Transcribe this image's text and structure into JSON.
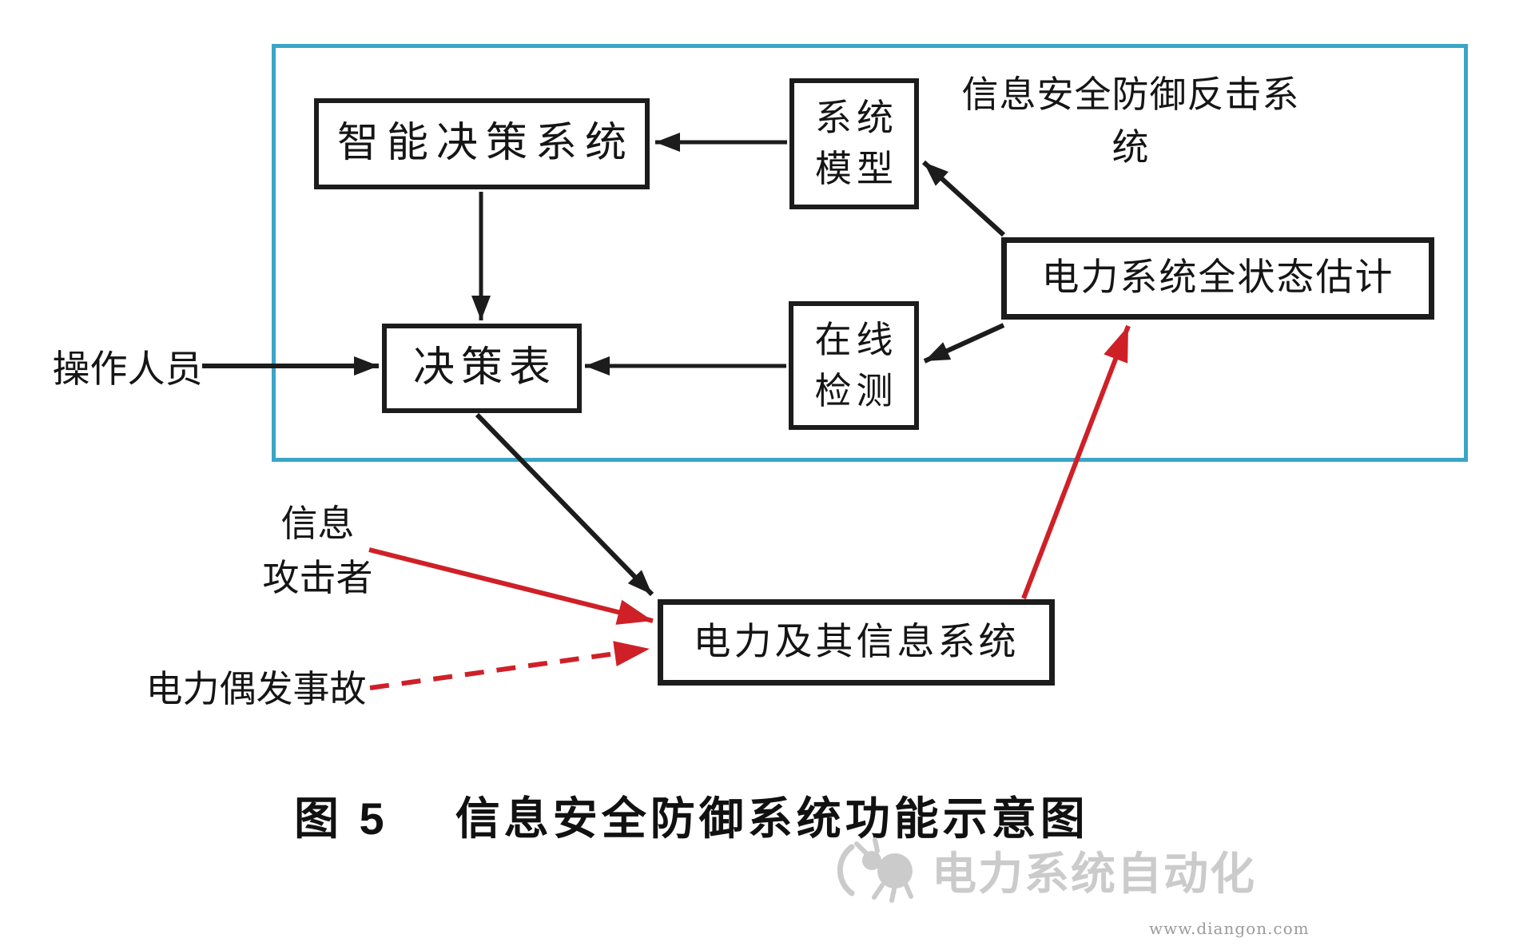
{
  "colors": {
    "frame_cyan": "#3aa5c6",
    "arrow_black": "#1c1c1c",
    "arrow_red": "#cf2027",
    "box_border_black": "#1c1c1c",
    "watermark_gray": "#cbcbcb"
  },
  "frame": {
    "title": "信息安全防御反击系统"
  },
  "boxes": {
    "intelligent_decision": {
      "label": "智能决策系统"
    },
    "system_model": {
      "line1": "系统",
      "line2": "模型"
    },
    "decision_table": {
      "label": "决策表"
    },
    "online_detection": {
      "line1": "在线",
      "line2": "检测"
    },
    "full_state_estimation": {
      "label": "电力系统全状态估计"
    },
    "power_info_system": {
      "label": "电力及其信息系统"
    }
  },
  "external_labels": {
    "operator": {
      "label": "操作人员"
    },
    "attacker": {
      "line1": "信息",
      "line2": "攻击者"
    },
    "incident": {
      "label": "电力偶发事故"
    }
  },
  "connections": [
    {
      "from": "系统模型",
      "to": "智能决策系统",
      "color": "black",
      "style": "solid"
    },
    {
      "from": "智能决策系统",
      "to": "决策表",
      "color": "black",
      "style": "solid"
    },
    {
      "from": "操作人员",
      "to": "决策表",
      "color": "black",
      "style": "solid"
    },
    {
      "from": "在线检测",
      "to": "决策表",
      "color": "black",
      "style": "solid"
    },
    {
      "from": "电力系统全状态估计",
      "to": "系统模型",
      "color": "black",
      "style": "solid"
    },
    {
      "from": "电力系统全状态估计",
      "to": "在线检测",
      "color": "black",
      "style": "solid"
    },
    {
      "from": "决策表",
      "to": "电力及其信息系统",
      "color": "black",
      "style": "solid"
    },
    {
      "from": "信息攻击者",
      "to": "电力及其信息系统",
      "color": "red",
      "style": "solid"
    },
    {
      "from": "电力偶发事故",
      "to": "电力及其信息系统",
      "color": "red",
      "style": "dashed"
    },
    {
      "from": "电力及其信息系统",
      "to": "电力系统全状态估计",
      "color": "red",
      "style": "solid"
    }
  ],
  "caption": {
    "figure_no": "图 5",
    "text": "信息安全防御系统功能示意图"
  },
  "watermark": {
    "brand": "电力系统自动化",
    "url": "www.diangon.com"
  }
}
